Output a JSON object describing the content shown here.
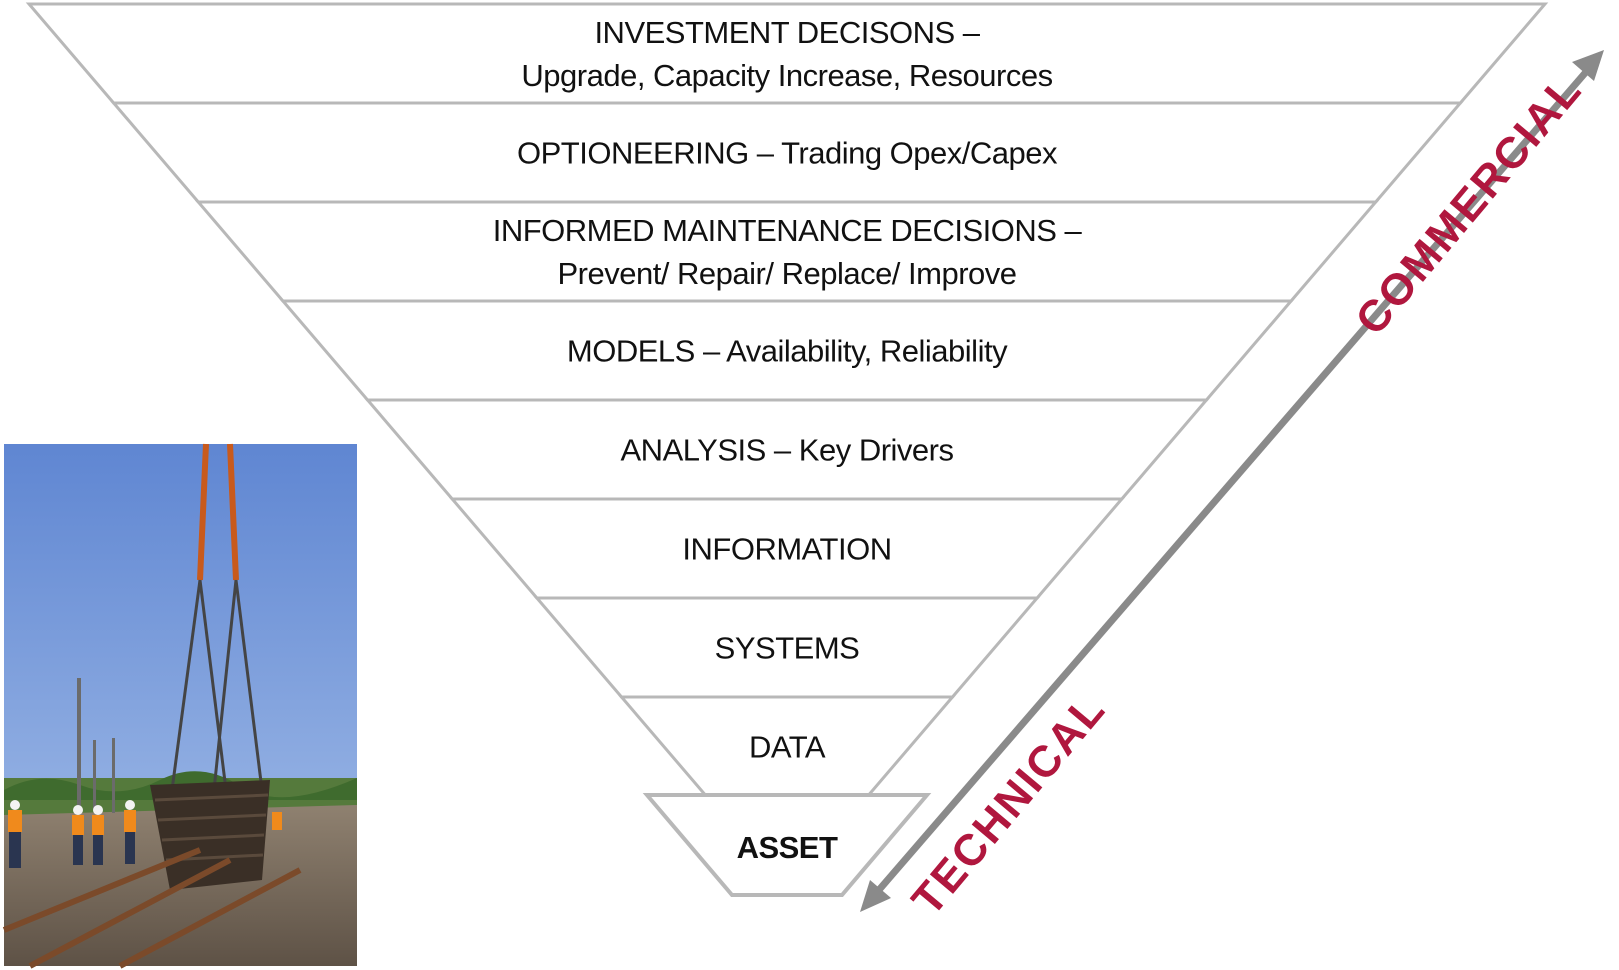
{
  "levels": [
    {
      "lines": [
        "INVESTMENT DECISONS  –",
        "Upgrade, Capacity Increase, Resources"
      ]
    },
    {
      "lines": [
        "OPTIONEERING  –  Trading Opex/Capex"
      ]
    },
    {
      "lines": [
        "INFORMED MAINTENANCE DECISIONS  –",
        "Prevent/ Repair/ Replace/ Improve"
      ]
    },
    {
      "lines": [
        "MODELS  –  Availability, Reliability"
      ]
    },
    {
      "lines": [
        "ANALYSIS  –  Key Drivers"
      ]
    },
    {
      "lines": [
        "INFORMATION"
      ]
    },
    {
      "lines": [
        "SYSTEMS"
      ]
    },
    {
      "lines": [
        "DATA"
      ]
    },
    {
      "lines": [
        "ASSET"
      ],
      "bold": true
    }
  ],
  "arrow": {
    "top_label": "COMMERCIAL",
    "bottom_label": "TECHNICAL"
  },
  "colors": {
    "accent": "#b0173e",
    "arrow": "#8a8a8a",
    "band_fill": "#ffffff",
    "band_edge": "#b8b8b8"
  },
  "photo": {
    "subject": "rail track maintenance crew with crane lifting rail panel"
  }
}
